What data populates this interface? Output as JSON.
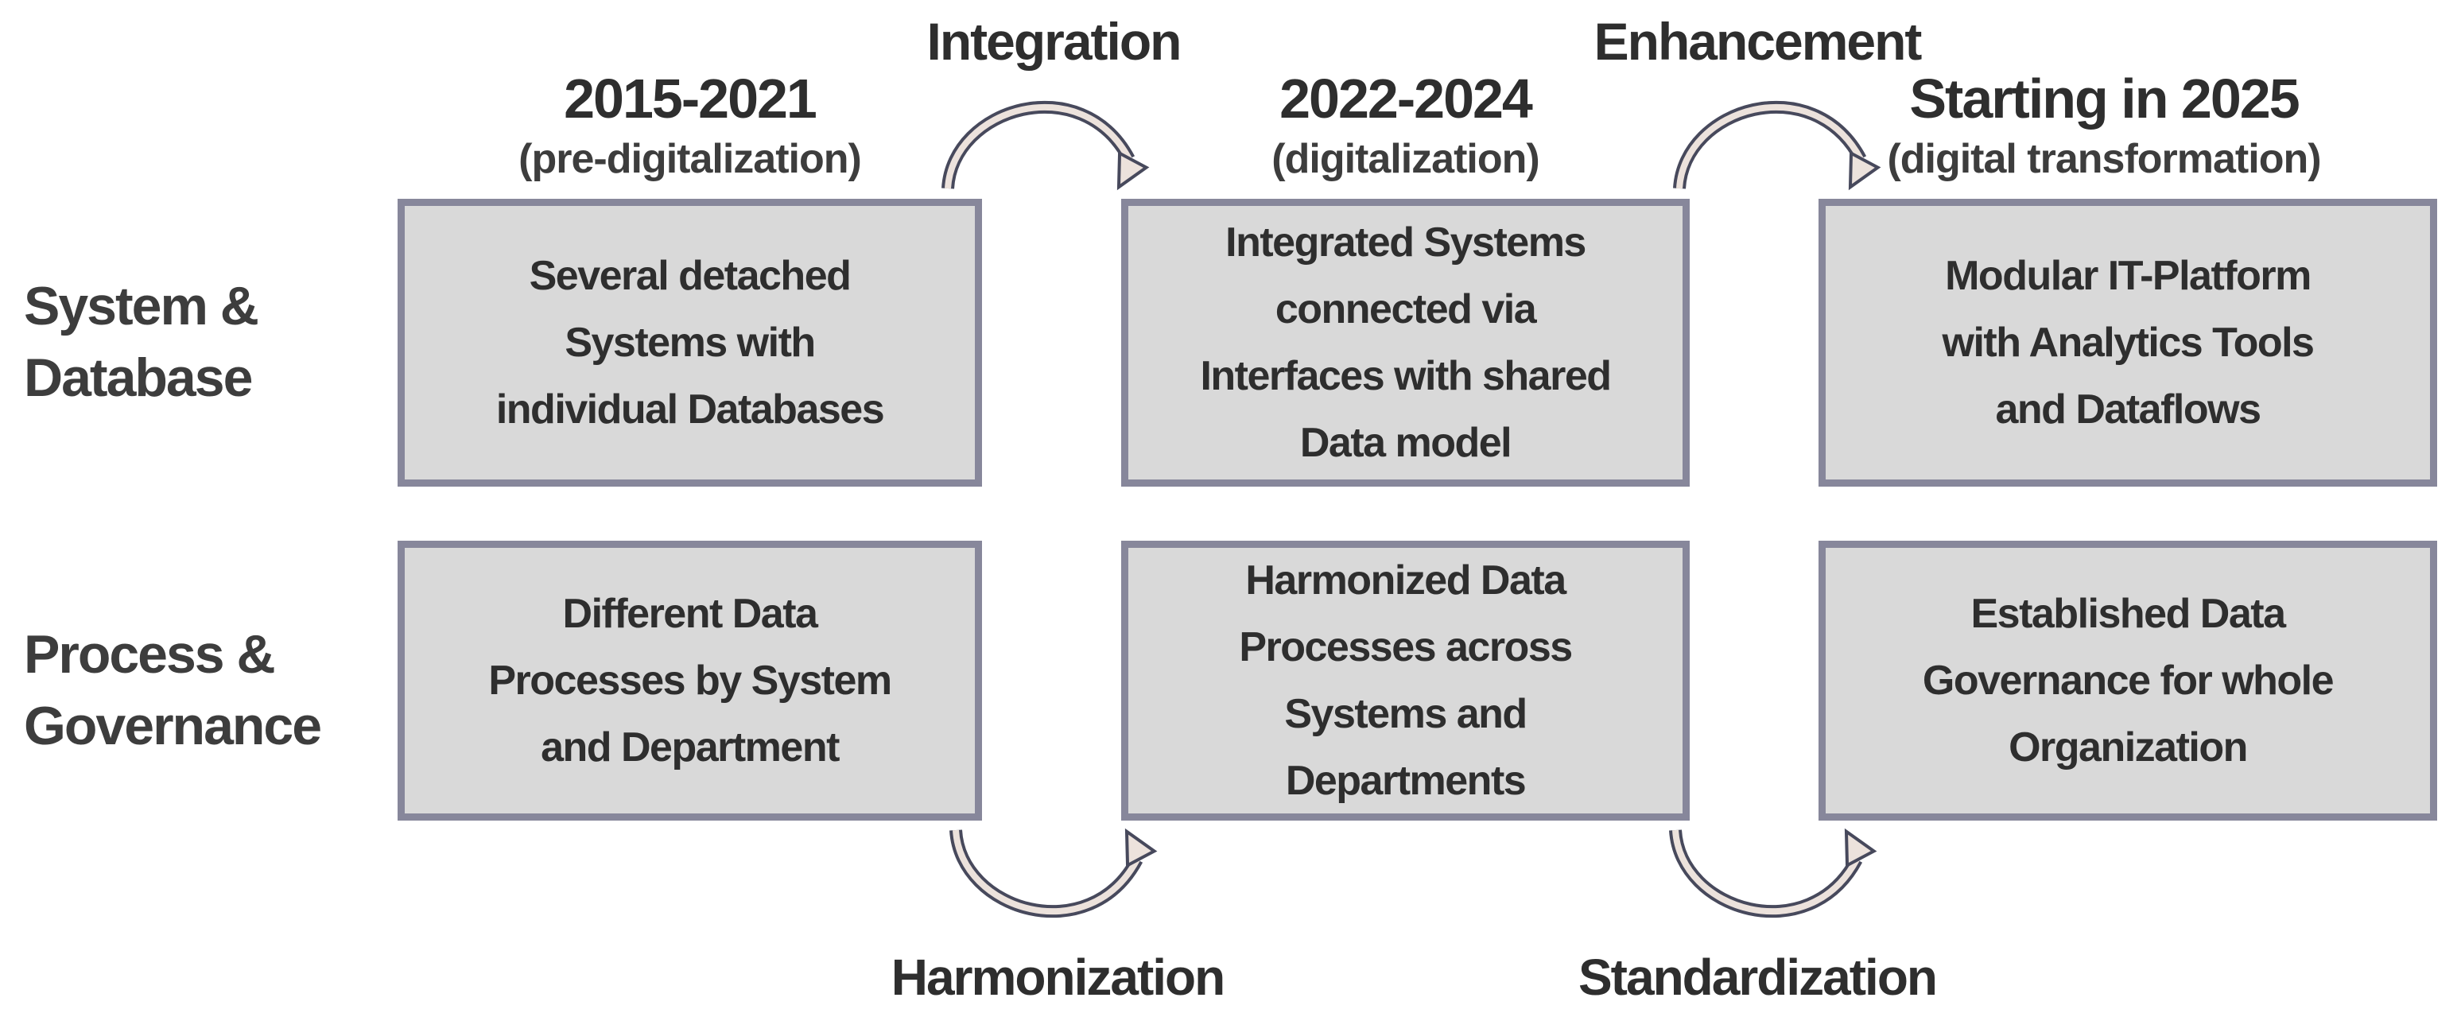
{
  "colors": {
    "box_fill": "#d9d9d9",
    "box_border": "#87879b",
    "text_dark": "#2e2e2e",
    "label_gray": "#3d3d3d",
    "arrow_outline": "#47495c",
    "arrow_fill": "#ece2dc"
  },
  "row_labels": [
    {
      "lines": [
        "System &",
        "Database"
      ]
    },
    {
      "lines": [
        "Process &",
        "Governance"
      ]
    }
  ],
  "columns": [
    {
      "period": "2015-2021",
      "phase": "(pre-digitalization)"
    },
    {
      "period": "2022-2024",
      "phase": "(digitalization)"
    },
    {
      "period": "Starting in 2025",
      "phase": "(digital transformation)"
    }
  ],
  "transitions": {
    "top": [
      "Integration",
      "Enhancement"
    ],
    "bottom": [
      "Harmonization",
      "Standardization"
    ]
  },
  "boxes": [
    [
      {
        "lines": [
          "Several detached",
          "Systems with",
          "individual Databases"
        ]
      },
      {
        "lines": [
          "Integrated Systems",
          "connected via",
          "Interfaces with shared",
          "Data model"
        ]
      },
      {
        "lines": [
          "Modular IT-Platform",
          "with Analytics Tools",
          "and Dataflows"
        ]
      }
    ],
    [
      {
        "lines": [
          "Different Data",
          "Processes by System",
          "and Department"
        ]
      },
      {
        "lines": [
          "Harmonized Data",
          "Processes across",
          "Systems and",
          "Departments"
        ]
      },
      {
        "lines": [
          "Established Data",
          "Governance for whole",
          "Organization"
        ]
      }
    ]
  ]
}
